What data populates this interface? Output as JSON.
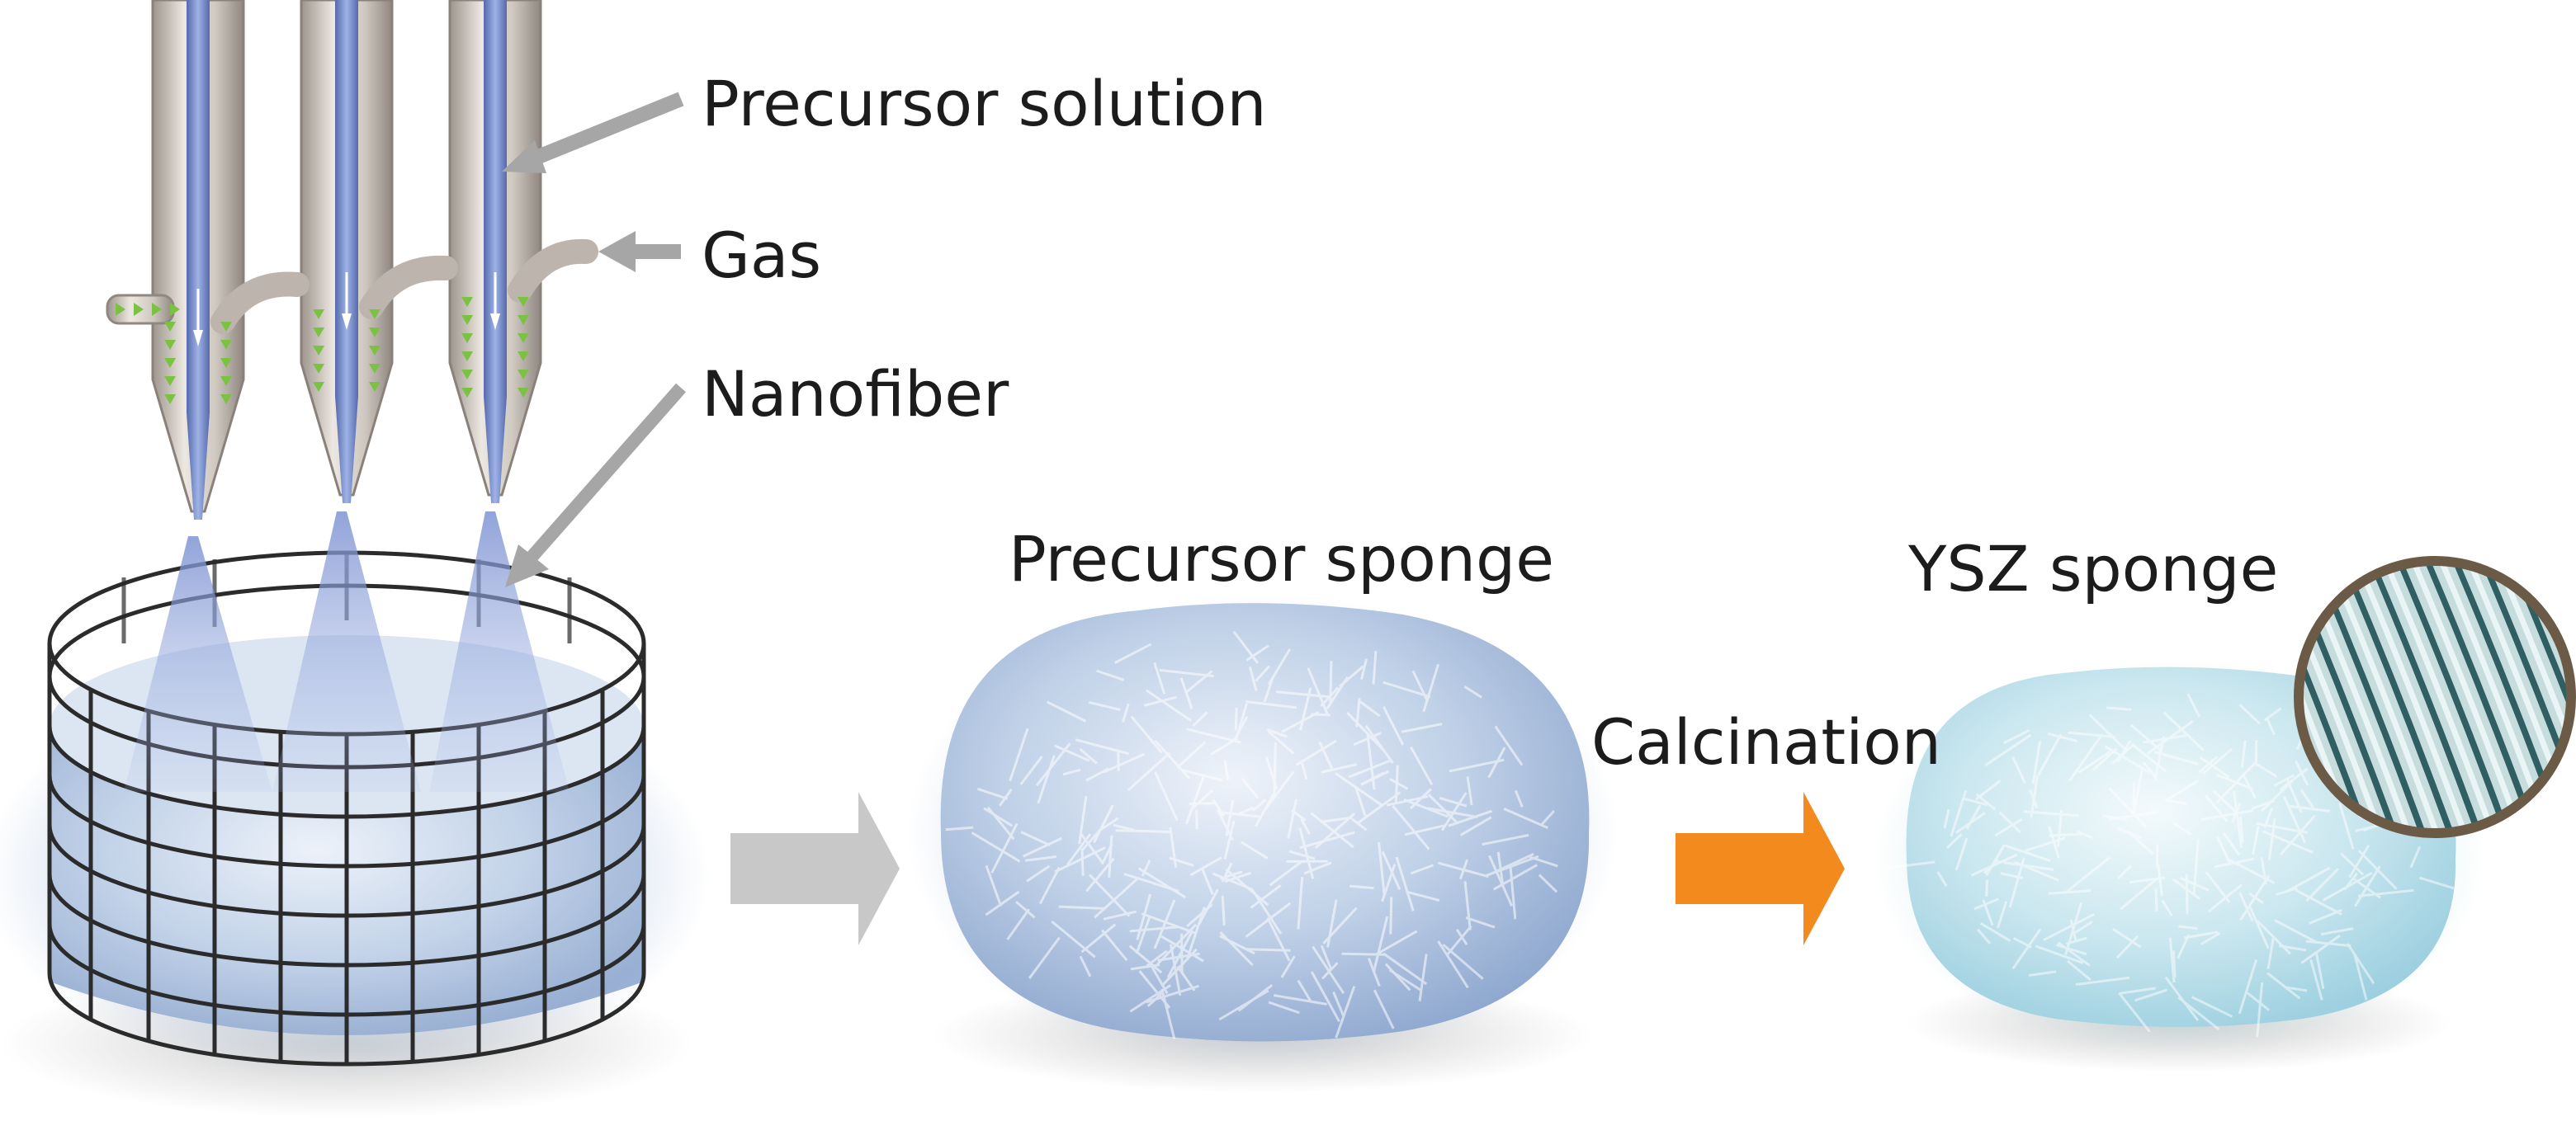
{
  "labels": {
    "precursor_solution": "Precursor solution",
    "gas": "Gas",
    "nanofiber": "Nanofiber",
    "precursor_sponge": "Precursor sponge",
    "calcination": "Calcination",
    "ysz_sponge": "YSZ sponge"
  },
  "colors": {
    "needle_metal": "#c9c2ba",
    "precursor_liquid": "#6f86c4",
    "gas_flow": "#7cc242",
    "sponge_precursor": "#a9bfdc",
    "sponge_ysz": "#b3dbe6",
    "arrow_gray": "#c8c8c8",
    "arrow_orange": "#f28a1e",
    "pointer_gray": "#a6a6a6",
    "inset_ring": "#6b5a45",
    "inset_fiber": "#cfe3e4"
  },
  "icons": {
    "process_arrow": "right-arrow-icon",
    "calcination_arrow": "right-arrow-icon",
    "pointer": "leader-arrow-icon",
    "magnifier": "magnified-inset-icon"
  }
}
